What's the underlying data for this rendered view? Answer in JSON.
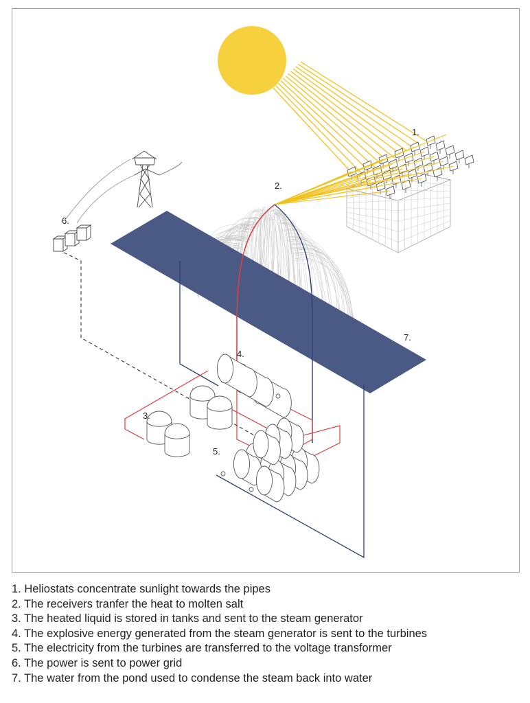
{
  "colors": {
    "sun": "#F7D13D",
    "ray": "#F2C11A",
    "pond": "#4A5A85",
    "hot_pipe": "#D94040",
    "cold_pipe": "#2E4072",
    "line": "#555555"
  },
  "markers": [
    {
      "id": "heliostats",
      "text": "1."
    },
    {
      "id": "receiver",
      "text": "2."
    },
    {
      "id": "tanks",
      "text": "3."
    },
    {
      "id": "steam-generator",
      "text": "4."
    },
    {
      "id": "turbines",
      "text": "5."
    },
    {
      "id": "transformer",
      "text": "6."
    },
    {
      "id": "pond",
      "text": "7."
    }
  ],
  "legend": [
    "1. Heliostats concentrate sunlight towards the pipes",
    "2. The receivers tranfer the heat to molten salt",
    "3. The heated liquid is stored in tanks and sent to the steam generator",
    "4. The explosive energy generated from the steam generator is sent to the turbines",
    "5. The electricity from the turbines are transferred to the voltage transformer",
    "6. The power is sent to power grid",
    "7. The water from the pond used to condense the steam back into water"
  ]
}
